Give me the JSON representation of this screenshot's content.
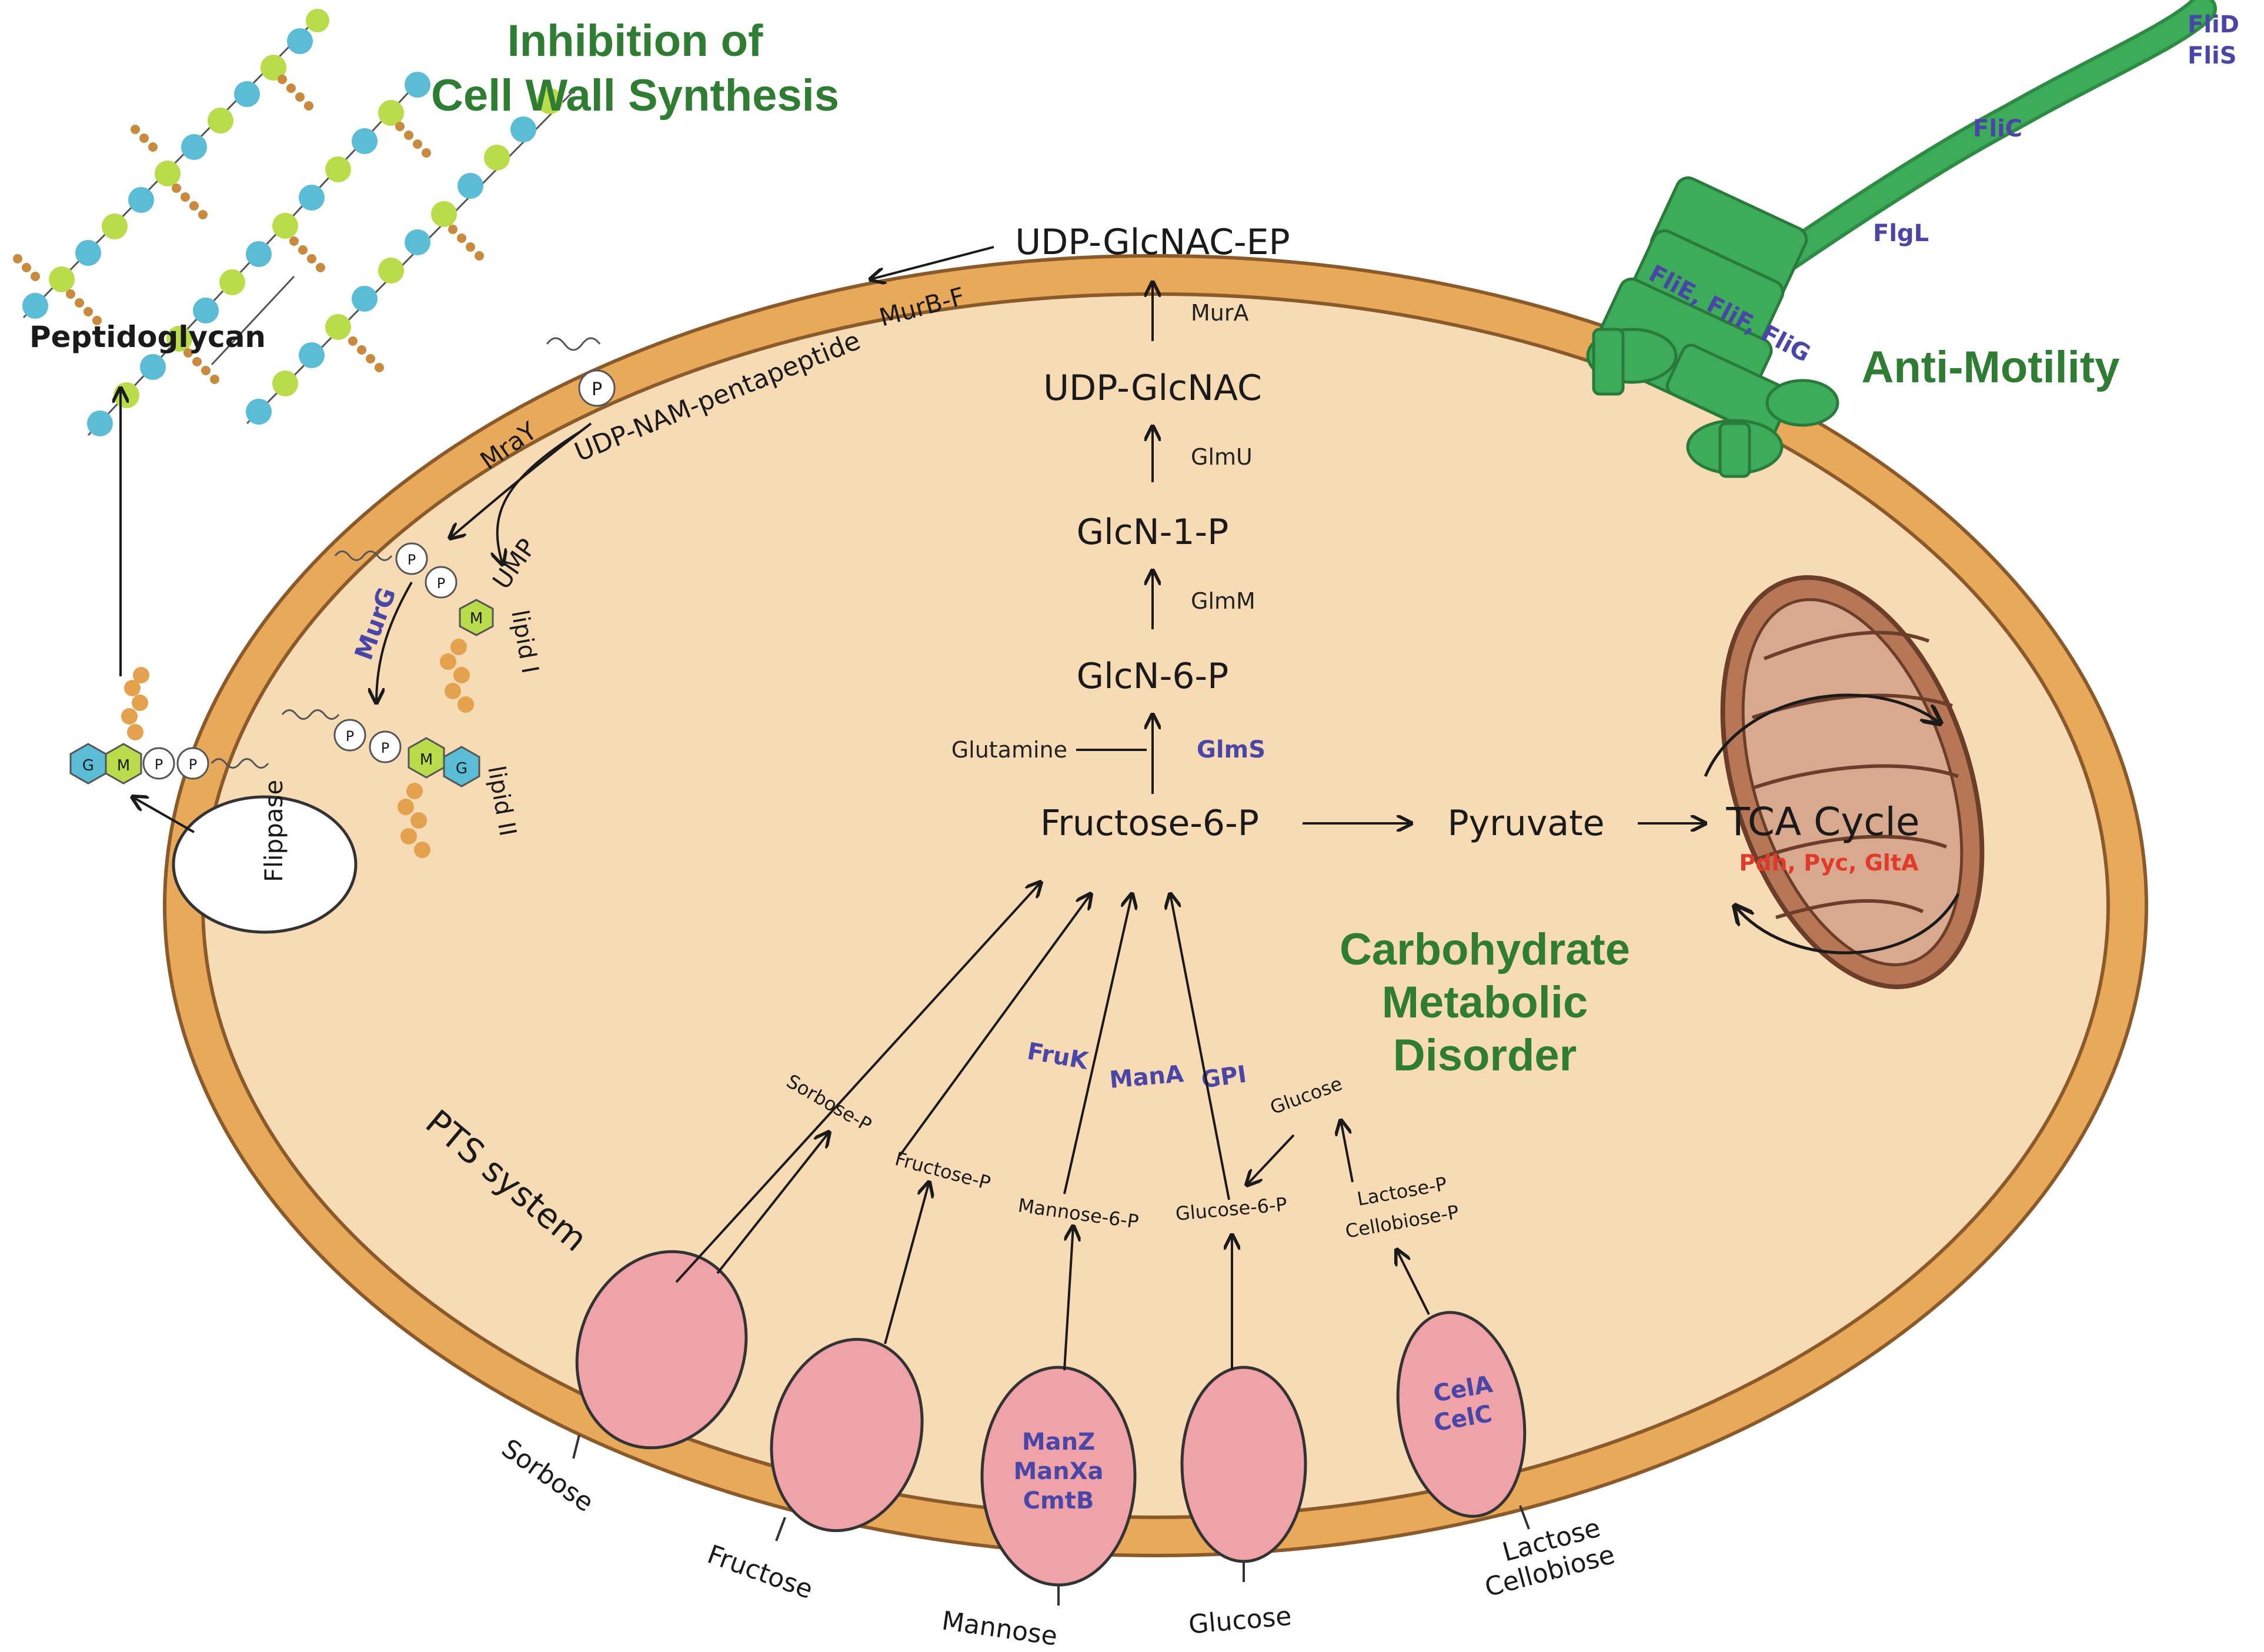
{
  "headings": {
    "cell_wall": [
      "Inhibition of",
      "Cell Wall Synthesis"
    ],
    "anti_motility": "Anti-Motility",
    "carbohydrate": [
      "Carbohydrate",
      "Metabolic",
      "Disorder"
    ]
  },
  "peptidoglycan": "Peptidoglycan",
  "flippase": "Flippase",
  "pts_system": "PTS system",
  "pathway": {
    "udp_glcnac_ep": "UDP-GlcNAC-EP",
    "mura": "MurA",
    "udp_glcnac": "UDP-GlcNAC",
    "glmu": "GlmU",
    "glcn1p": "GlcN-1-P",
    "glmm": "GlmM",
    "glcn6p": "GlcN-6-P",
    "glutamine": "Glutamine",
    "glms": "GlmS",
    "fructose6p": "Fructose-6-P",
    "pyruvate": "Pyruvate",
    "tca": "TCA Cycle",
    "tca_enzymes": "Pdh, Pyc, GltA",
    "murbf": "MurB-F",
    "udp_nam": "UDP-NAM-pentapeptide",
    "mray": "MraY",
    "ump": "UMP",
    "murg": "MurG",
    "lipid1": "lipid I",
    "lipid2": "lipid II"
  },
  "phosphates": {
    "sorbose_p": "Sorbose-P",
    "fructose_p": "Fructose-P",
    "mannose6p": "Mannose-6-P",
    "glucose6p": "Glucose-6-P",
    "lactose_p": "Lactose-P",
    "cellobiose_p": "Cellobiose-P",
    "glucose": "Glucose"
  },
  "enzymes_mid": {
    "fruk": "FruK",
    "mana": "ManA",
    "gpi": "GPI"
  },
  "transporters": {
    "mannose": [
      "ManZ",
      "ManXa",
      "CmtB"
    ],
    "lactose": [
      "CelA",
      "CelC"
    ]
  },
  "sugars": {
    "sorbose": "Sorbose",
    "fructose": "Fructose",
    "mannose": "Mannose",
    "glucose": "Glucose",
    "lactose": "Lactose",
    "cellobiose": "Cellobiose"
  },
  "flagellum": {
    "flid": "FliD",
    "flis": "FliS",
    "flic": "FliC",
    "flgl": "FlgL",
    "motor": "FliE, FliF, FliG"
  },
  "pg_units": {
    "g": "G",
    "m": "M",
    "p": "P"
  },
  "colors": {
    "cell_fill": "#f6dbb5",
    "membrane": "#e8a95a",
    "heading_green": "#2e7d32",
    "enzyme_blue": "#4a46a8",
    "transporter_pink": "#efa3a8",
    "flagellum_green": "#3cac5a",
    "mito": "#b77656",
    "glcnac": "#5bbcd6",
    "murnac": "#b9dc4a",
    "peptide": "#e4a14e"
  }
}
